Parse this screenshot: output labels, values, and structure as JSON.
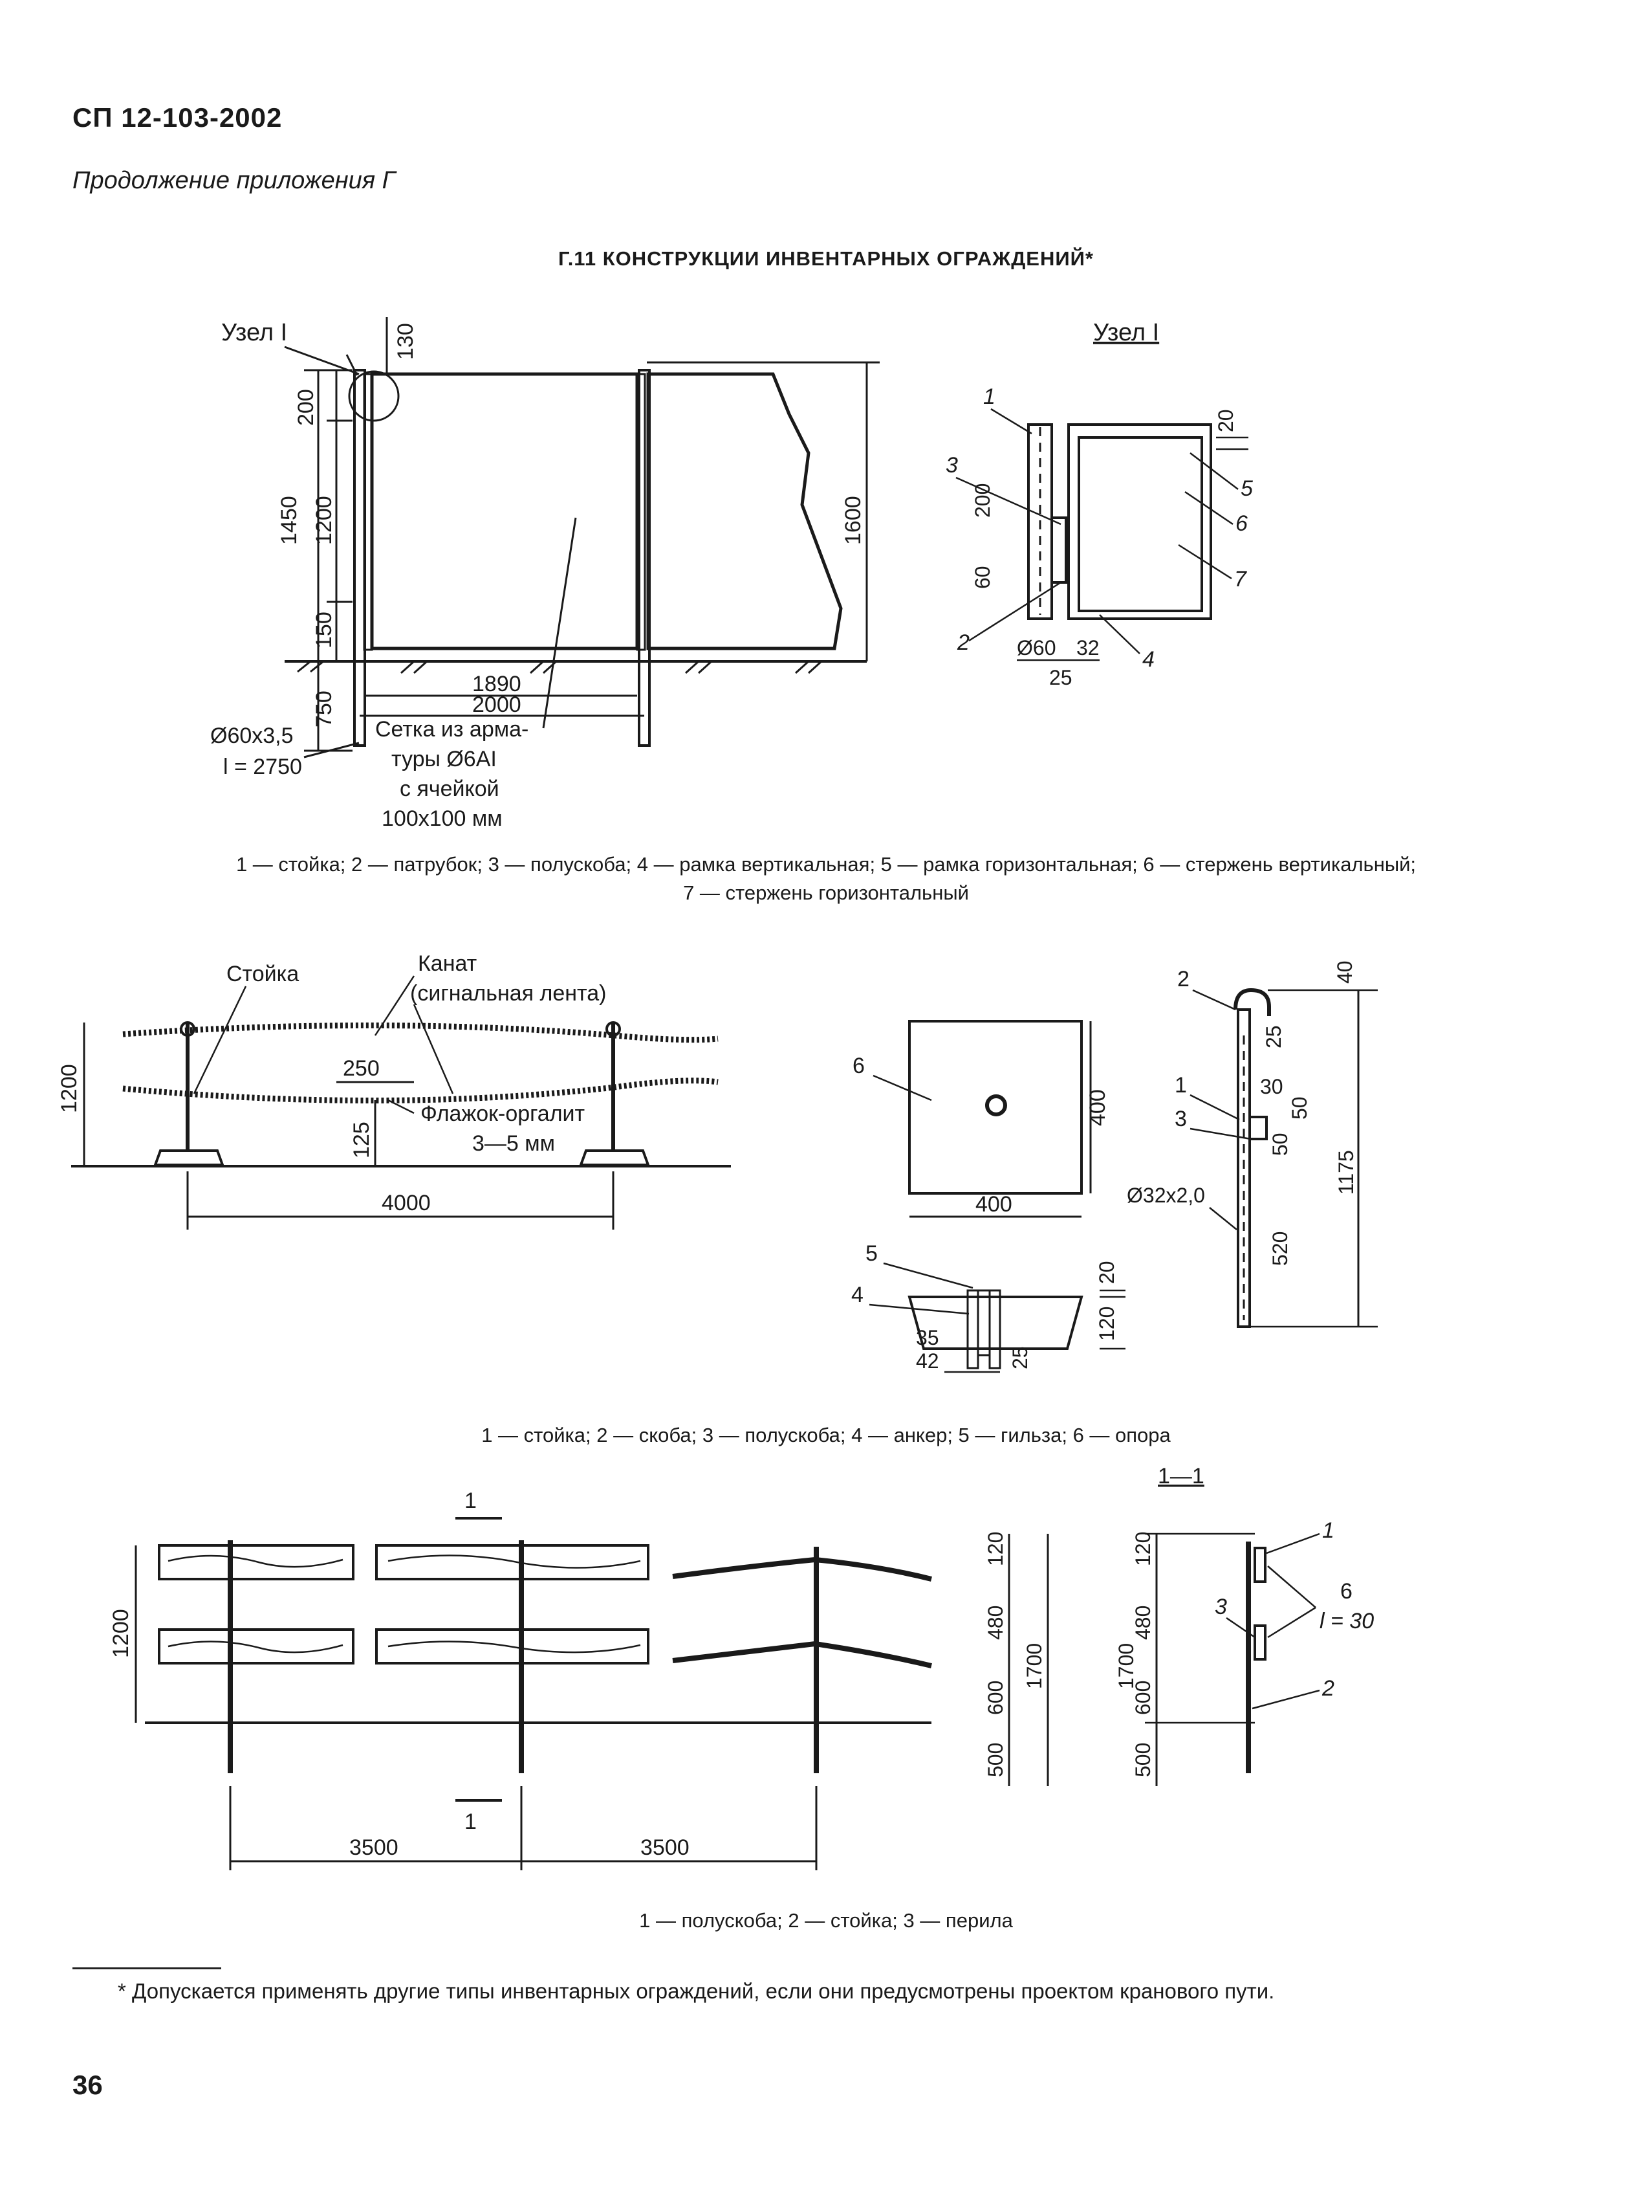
{
  "header": {
    "doc_code": "СП 12-103-2002",
    "continuation": "Продолжение приложения Г",
    "section_title": "Г.11 КОНСТРУКЦИИ ИНВЕНТАРНЫХ ОГРАЖДЕНИЙ*"
  },
  "fig1": {
    "node_label": "Узел I",
    "node_title": "Узел I",
    "dims": {
      "d130": "130",
      "d200": "200",
      "d1450": "1450",
      "d1200": "1200",
      "d150": "150",
      "d750": "750",
      "d1600": "1600",
      "d1890": "1890",
      "d2000": "2000"
    },
    "pipe": [
      "Ø60х3,5",
      "l = 2750"
    ],
    "mesh_note": [
      "Сетка из арма-",
      "туры Ø6АI",
      "с ячейкой",
      "100х100 мм"
    ],
    "node_dims": {
      "d20": "20",
      "d200": "200",
      "d60": "60",
      "dia": "Ø60",
      "d32": "32",
      "d25": "25"
    },
    "node_callouts": [
      "1",
      "2",
      "3",
      "4",
      "5",
      "6",
      "7"
    ],
    "legend_line1": "1 — стойка; 2 — патрубок; 3 — полускоба; 4 — рамка вертикальная; 5 — рамка горизонтальная; 6 — стержень вертикальный;",
    "legend_line2": "7 — стержень горизонтальный"
  },
  "fig2": {
    "post_label": "Стойка",
    "rope_label": [
      "Канат",
      "(сигнальная лента)"
    ],
    "flag_label": [
      "Флажок-оргалит",
      "3—5 мм"
    ],
    "dims": {
      "d1200": "1200",
      "d250": "250",
      "d125": "125",
      "d4000": "4000"
    },
    "support": {
      "num": "6",
      "d400v": "400",
      "d400h": "400"
    },
    "section": {
      "n5": "5",
      "n4": "4",
      "d20": "20",
      "d120": "120",
      "d35": "35",
      "d25": "25",
      "d42": "42"
    },
    "post": {
      "n2": "2",
      "n1": "1",
      "n3": "3",
      "d40": "40",
      "d25": "25",
      "d30": "30",
      "d50a": "50",
      "d50b": "50",
      "d1175": "1175",
      "d520": "520",
      "pipe": "Ø32х2,0"
    },
    "legend": "1 — стойка; 2 — скоба; 3 — полускоба; 4 — анкер; 5 — гильза; 6 — опора"
  },
  "fig3": {
    "section_mark": "1",
    "section_title": "1—1",
    "dims": {
      "d1200": "1200",
      "d3500a": "3500",
      "d3500b": "3500",
      "d120": "120",
      "d480": "480",
      "d600": "600",
      "d500": "500",
      "d1700": "1700"
    },
    "callouts": {
      "c1": "1",
      "c2": "2",
      "c3": "3",
      "c6": "6",
      "len": "l = 30"
    },
    "legend": "1 — полускоба; 2 — стойка; 3 — перила"
  },
  "footnote": "* Допускается применять другие типы инвентарных ограждений, если они предусмотрены проектом кранового пути.",
  "page_number": "36"
}
